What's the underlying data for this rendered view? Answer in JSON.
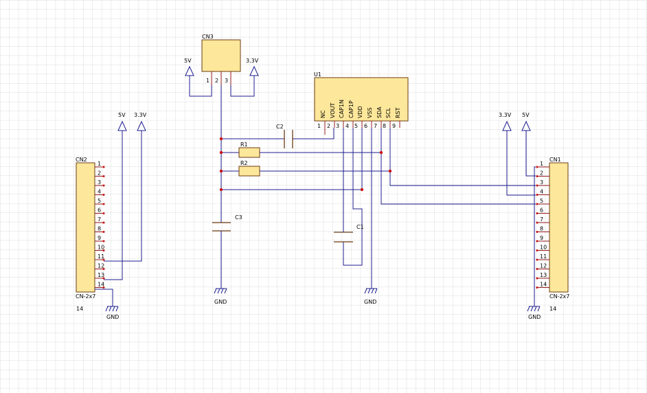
{
  "cn3": {
    "ref": "CN3",
    "pins": [
      "1",
      "2",
      "3"
    ]
  },
  "u1": {
    "ref": "U1",
    "pin_names": [
      "NC",
      "VOUT",
      "CAP1N",
      "CAP1P",
      "VDD",
      "VSS",
      "SDA",
      "SCL",
      "RST"
    ],
    "pin_numbers": [
      "1",
      "2",
      "3",
      "4",
      "5",
      "6",
      "7",
      "8",
      "9"
    ]
  },
  "passives": {
    "c1": "C1",
    "c2": "C2",
    "c3": "C3",
    "r1": "R1",
    "r2": "R2"
  },
  "cn1": {
    "ref": "CN1",
    "type": "CN-2x7",
    "pins": [
      "1",
      "2",
      "3",
      "4",
      "5",
      "6",
      "7",
      "8",
      "9",
      "10",
      "11",
      "12",
      "13",
      "14"
    ],
    "extra": "14"
  },
  "cn2": {
    "ref": "CN2",
    "type": "CN-2x7",
    "pins": [
      "1",
      "2",
      "3",
      "4",
      "5",
      "6",
      "7",
      "8",
      "9",
      "10",
      "11",
      "12",
      "13",
      "14"
    ],
    "extra": "14"
  },
  "power": {
    "v5": "5V",
    "v33": "3.3V",
    "gnd": "GND"
  }
}
